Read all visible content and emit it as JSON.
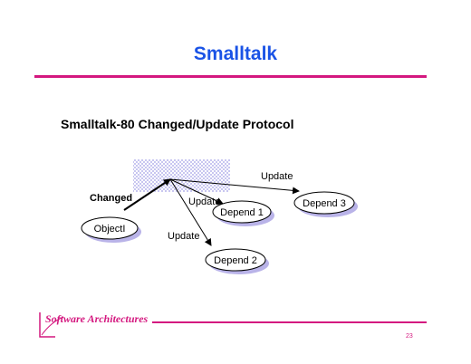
{
  "title": "Smalltalk",
  "subtitle": "Smalltalk-80 Changed/Update Protocol",
  "diagram": {
    "changed_label": "Changed",
    "nodes": {
      "object": "ObjectI",
      "depend1": "Depend 1",
      "depend2": "Depend 2",
      "depend3": "Depend 3"
    },
    "edge_labels": {
      "to_depend1": "Update",
      "to_depend2": "Update",
      "to_depend3": "Update"
    }
  },
  "footer": {
    "logo_text": "Software Architectures",
    "page_number": "23"
  },
  "colors": {
    "title": "#1a53e6",
    "rule": "#d4187f",
    "shadow": "#b9b3e8",
    "highlight": "#c8c6f0"
  }
}
